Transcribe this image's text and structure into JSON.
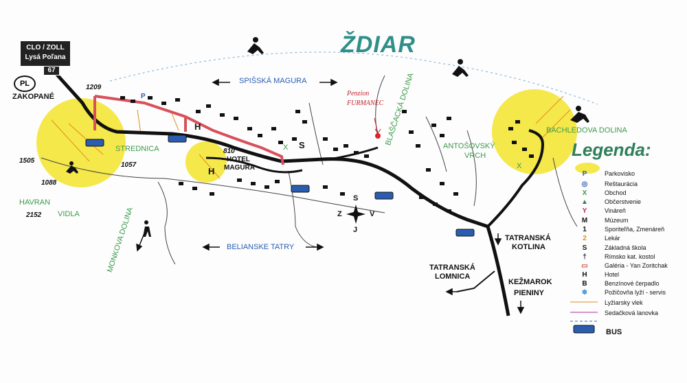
{
  "map": {
    "town": "ŽDIAR",
    "border_sign": {
      "line1": "CLO / ZOLL",
      "line2": "Lysá Poľana",
      "road_no": "67"
    },
    "pl_badge": "PL",
    "places": {
      "zakopane": "ZAKOPANÉ",
      "spisska_magura": "SPIŠSKÁ MAGURA",
      "strednica": "STREDNICA",
      "hotel_magura_1": "HOTEL",
      "hotel_magura_2": "MAGURA",
      "blascacka": "BLAŠČACKÁ DOLINA",
      "antosovsky_1": "ANTOŠOVSKÝ",
      "antosovsky_2": "VRCH",
      "bachledova": "BACHLEDOVA DOLINA",
      "havran": "HAVRAN",
      "vidla": "VIDLA",
      "monkova": "MONKOVA DOLINA",
      "belianske": "BELIANSKE TATRY",
      "tatr_kotlina_1": "TATRANSKÁ",
      "tatr_kotlina_2": "KOTLINA",
      "tatr_lomnica_1": "TATRANSKÁ",
      "tatr_lomnica_2": "LOMNICA",
      "kezmarok_1": "KEŽMAROK",
      "kezmarok_2": "PIENINY"
    },
    "elevations": {
      "e1209": "1209",
      "e1505": "1505",
      "e1088": "1088",
      "e1057": "1057",
      "e810": "810",
      "e2152": "2152"
    },
    "penzion": {
      "line1": "Penzion",
      "line2": "FURMANEC"
    },
    "compass": {
      "n": "S",
      "s": "J",
      "w": "Z",
      "e": "V"
    },
    "map_marks": {
      "s": "S",
      "h1": "H",
      "h2": "H",
      "x1": "X",
      "x2": "X",
      "p": "P"
    }
  },
  "legend": {
    "title": "Legenda:",
    "items": [
      {
        "symbol": "P",
        "label": "Parkovisko",
        "color": "#2a5db0"
      },
      {
        "symbol": "◎",
        "label": "Reštaurácia",
        "color": "#2a5db0"
      },
      {
        "symbol": "X",
        "label": "Obchod",
        "color": "#3b9a4a"
      },
      {
        "symbol": "▲",
        "label": "Občerstvenie",
        "color": "#3b7a4a"
      },
      {
        "symbol": "Y",
        "label": "Vináreň",
        "color": "#b02a5a"
      },
      {
        "symbol": "M",
        "label": "Múzeum",
        "color": "#111111"
      },
      {
        "symbol": "1",
        "label": "Sporiteľňa, Zmenáreň",
        "color": "#111111"
      },
      {
        "symbol": "2",
        "label": "Lekár",
        "color": "#e08a20"
      },
      {
        "symbol": "S",
        "label": "Základná škola",
        "color": "#111111"
      },
      {
        "symbol": "†",
        "label": "Rímsko kat. kostol",
        "color": "#111111"
      },
      {
        "symbol": "▭",
        "label": "Galéria - Yan Zoritchak",
        "color": "#d04a3a"
      },
      {
        "symbol": "H",
        "label": "Hotel",
        "color": "#111111"
      },
      {
        "symbol": "B",
        "label": "Benzínové čerpadlo",
        "color": "#111111"
      },
      {
        "symbol": "❄",
        "label": "Požičovňa lyží - servis",
        "color": "#3a8ad0"
      },
      {
        "symbol": "o-o",
        "label": "Lyžiarsky vlek",
        "color": "#e08a20"
      },
      {
        "symbol": "o-o",
        "label": "Sedačková lanovka",
        "color": "#b02a9a"
      },
      {
        "symbol": "- -",
        "label": "",
        "color": "#2a6db0"
      },
      {
        "symbol": "BUS",
        "label": "BUS",
        "color": "#2a5db0"
      }
    ]
  }
}
